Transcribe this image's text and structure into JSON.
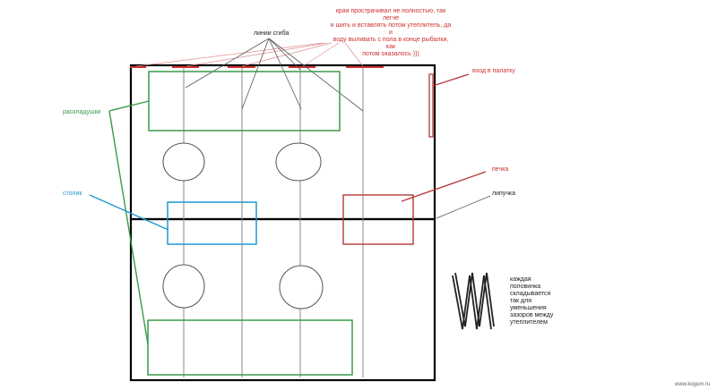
{
  "labels": {
    "note_edges": "края прострачивал не полностью, так легче\nи шить и вставлять потом утеплитель, да и\nводу выливать с пола в конце рыбалки, как\nпотом оказалось )))",
    "fold_lines": "линии сгиба",
    "entrance": "вход в палатку",
    "cots": "раскладушки",
    "table": "столик",
    "stove": "печка",
    "velcro": "липучка",
    "fold_note": "каждая\nполовинка\nскладывается\nтак для\nуменьшения\nзазоров между\nутеплителем",
    "watermark": "www.kogum.ru"
  },
  "colors": {
    "red": "#d03030",
    "green": "#3a9a4a",
    "blue": "#1f9ad0",
    "outline": "#000000",
    "line": "#888888"
  }
}
